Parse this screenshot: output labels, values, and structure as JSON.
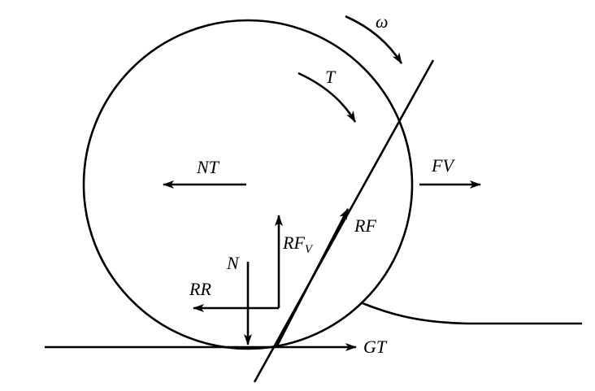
{
  "diagram": {
    "labels": {
      "omega": "ω",
      "t": "T",
      "nt": "NT",
      "fv": "FV",
      "rf": "RF",
      "rfv_main": "RF",
      "rfv_sub": "V",
      "n": "N",
      "rr": "RR",
      "gt": "GT"
    },
    "colors": {
      "line": "#000000",
      "background": "#ffffff"
    }
  }
}
